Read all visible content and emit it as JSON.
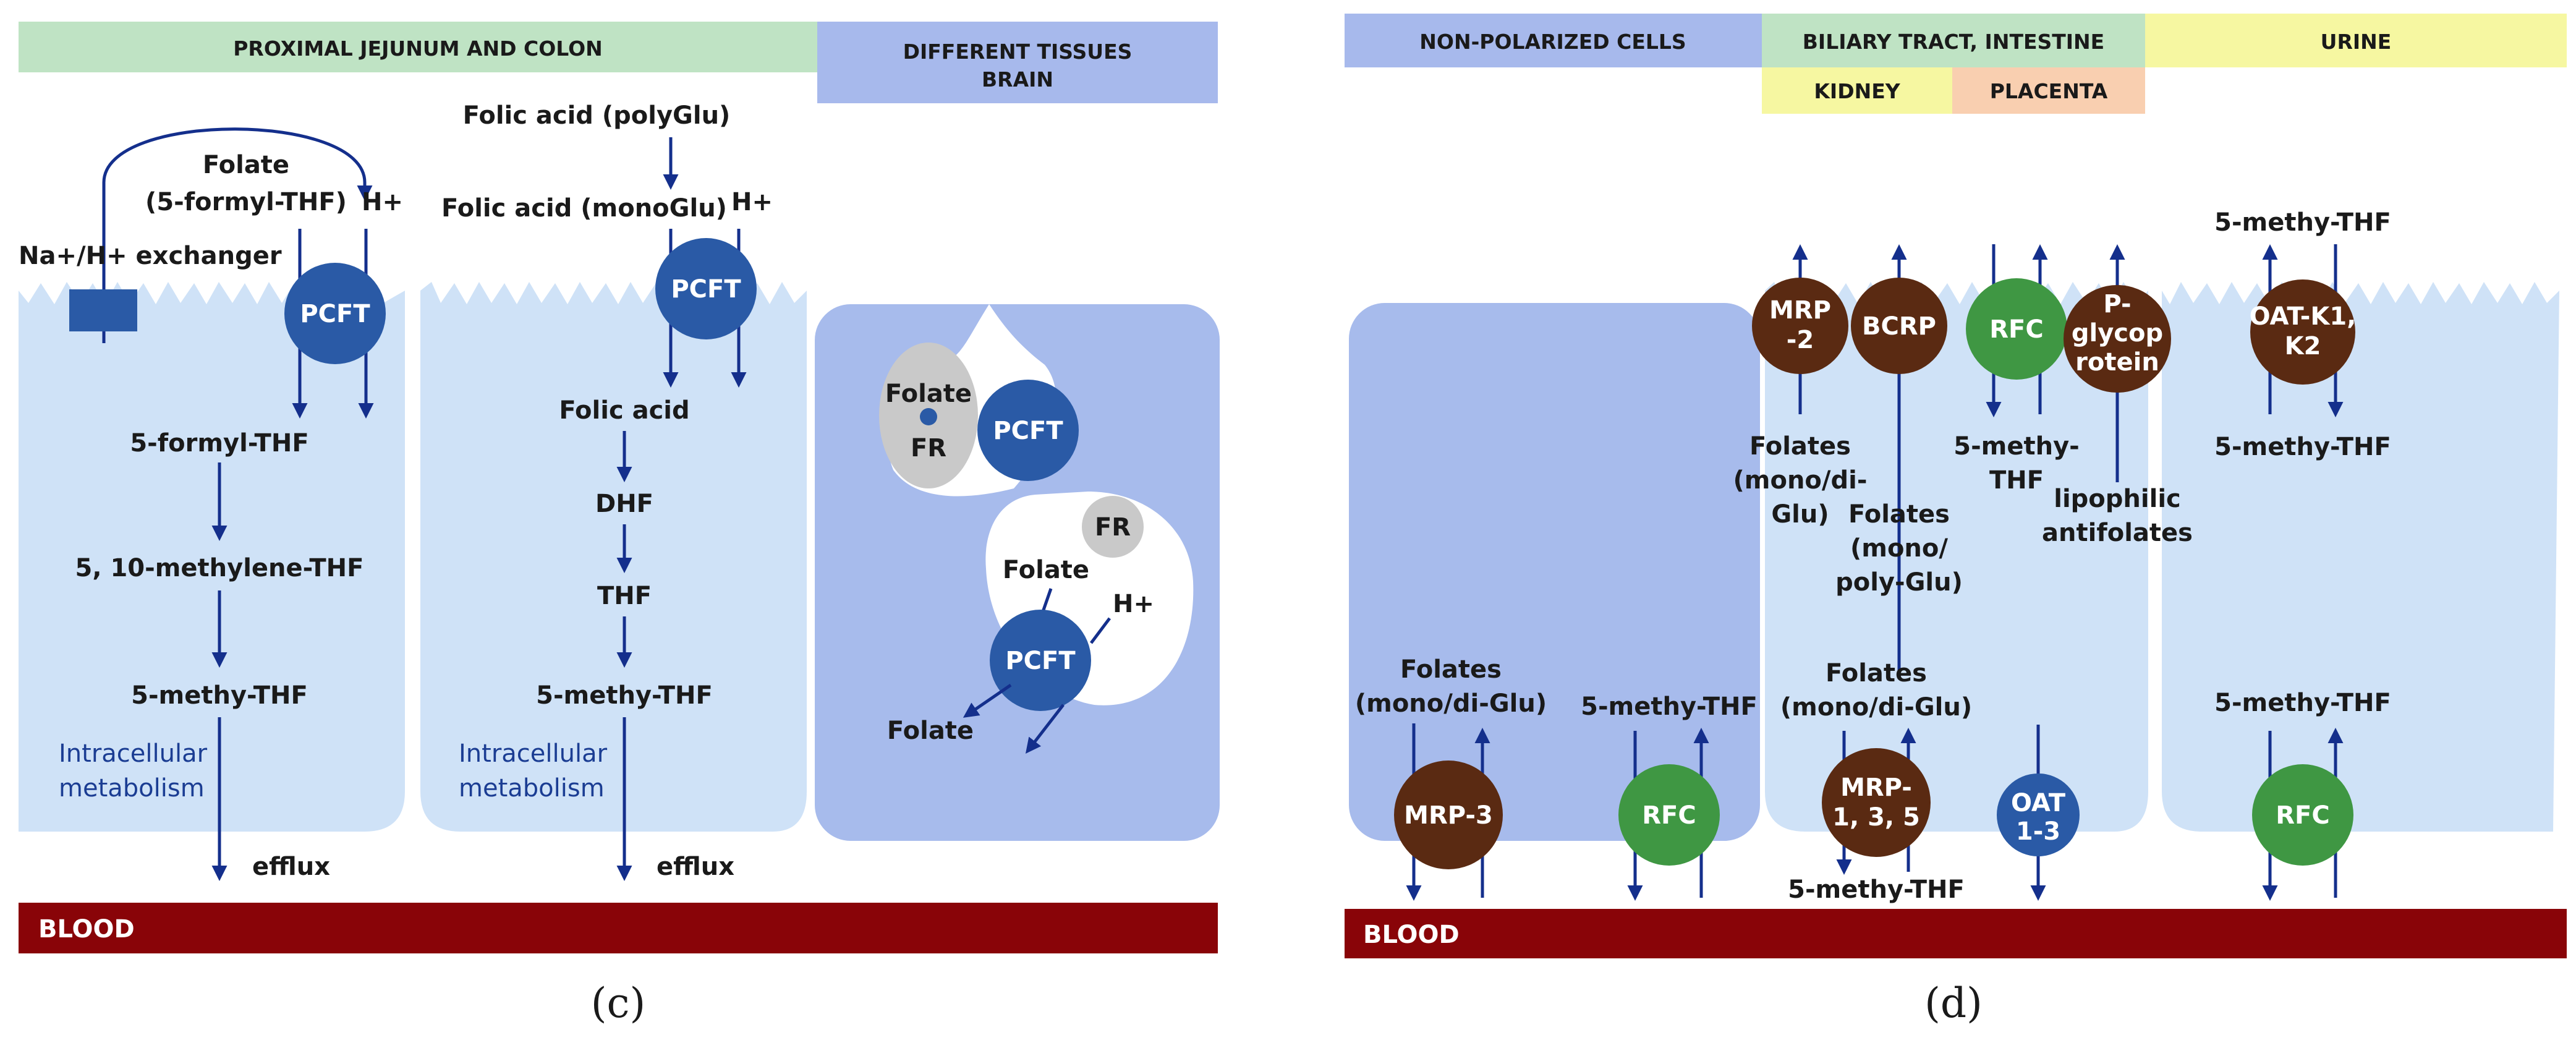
{
  "colors": {
    "cell": "#cfe2f7",
    "cell_dark": "#a7bbec",
    "arrow": "#142f8c",
    "pcft": "#2a5aa6",
    "mrp": "#5a2a12",
    "rfc": "#3f9743",
    "blood": "#890408",
    "hdr_green": "#bfe3c4",
    "hdr_blue": "#a7b9ec",
    "hdr_yellow": "#f6f7a1",
    "hdr_peach": "#f9cfb0"
  },
  "panel_c": {
    "label": "(c)",
    "header_left": "PROXIMAL JEJUNUM AND COLON",
    "header_right_1": "DIFFERENT TISSUES",
    "header_right_2": "BRAIN",
    "blood": "BLOOD",
    "cell1": {
      "folate": "Folate",
      "folate_sub": "(5-formyl-THF)",
      "h_plus": "H+",
      "exchanger": "Na+/H+ exchanger",
      "transporter": "PCFT",
      "m1": "5-formyl-THF",
      "m2": "5, 10-methylene-THF",
      "m3": "5-methy-THF",
      "metab_1": "Intracellular",
      "metab_2": "metabolism",
      "efflux": "efflux"
    },
    "cell2": {
      "poly": "Folic acid (polyGlu)",
      "mono": "Folic acid (monoGlu)",
      "h_plus": "H+",
      "transporter": "PCFT",
      "m1": "Folic acid",
      "m2": "DHF",
      "m3": "THF",
      "m4": "5-methy-THF",
      "metab_1": "Intracellular",
      "metab_2": "metabolism",
      "efflux": "efflux"
    },
    "cell3": {
      "folate_top": "Folate",
      "fr_top": "FR",
      "pcft_top": "PCFT",
      "fr_bottom": "FR",
      "folate_mid": "Folate",
      "h_plus": "H+",
      "pcft_bottom": "PCFT",
      "folate_out": "Folate"
    }
  },
  "panel_d": {
    "label": "(d)",
    "header_nonpolar": "NON-POLARIZED CELLS",
    "header_biliary": "BILIARY TRACT, INTESTINE",
    "header_kidney": "KIDNEY",
    "header_placenta": "PLACENTA",
    "header_urine": "URINE",
    "blood": "BLOOD",
    "mrp2": [
      "MRP",
      "-2"
    ],
    "bcrp": "BCRP",
    "rfc": "RFC",
    "pgp": [
      "P-",
      "glycop",
      "rotein"
    ],
    "oatk": [
      "OAT-K1,",
      "K2"
    ],
    "mrp3": "MRP-3",
    "rfc_left": "RFC",
    "mrp135": [
      "MRP-",
      "1, 3, 5"
    ],
    "oat13": [
      "OAT",
      "1-3"
    ],
    "rfc_right": "RFC",
    "t_folates_mono_di": [
      "Folates",
      "(mono/di-",
      "Glu)"
    ],
    "t_folates_mono_poly": [
      "Folates",
      "(mono/",
      "poly-Glu)"
    ],
    "t_methy_split": [
      "5-methy-",
      "THF"
    ],
    "t_lipophilic": [
      "lipophilic",
      "antifolates"
    ],
    "t_methy_top": "5-methy-THF",
    "t_methy_mid": "5-methy-THF",
    "t_folates_left": [
      "Folates",
      "(mono/di-Glu)"
    ],
    "t_methy_left": "5-methy-THF",
    "t_folates_mid": [
      "Folates",
      "(mono/di-Glu)"
    ],
    "t_methy_bottom": "5-methy-THF",
    "t_methy_right": "5-methy-THF"
  }
}
